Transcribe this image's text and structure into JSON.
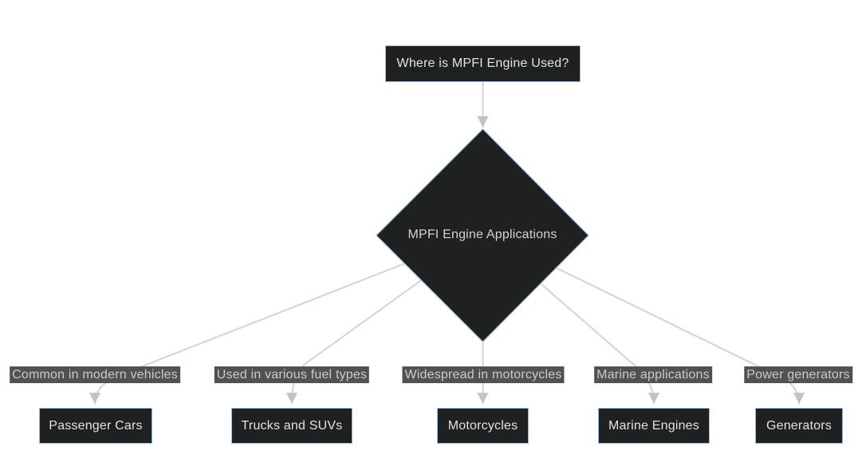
{
  "diagram": {
    "type": "flowchart",
    "question_node": {
      "label": "Where is MPFI Engine Used?"
    },
    "decision_node": {
      "label": "MPFI Engine Applications",
      "shape": "diamond"
    },
    "branches": [
      {
        "edge_label": "Common in modern vehicles",
        "node_label": "Passenger Cars"
      },
      {
        "edge_label": "Used in various fuel types",
        "node_label": "Trucks and SUVs"
      },
      {
        "edge_label": "Widespread in motorcycles",
        "node_label": "Motorcycles"
      },
      {
        "edge_label": "Marine applications",
        "node_label": "Marine Engines"
      },
      {
        "edge_label": "Power generators",
        "node_label": "Generators"
      }
    ],
    "colors": {
      "background": "#ffffff",
      "node_fill": "#1f2020",
      "node_border": "#9db8d4",
      "node_text": "#e6e3de",
      "edge_line": "#d3d3d3",
      "arrowhead": "#c3c3c3",
      "edge_label_bg": "#515151",
      "edge_label_text": "#d2cabf"
    }
  }
}
